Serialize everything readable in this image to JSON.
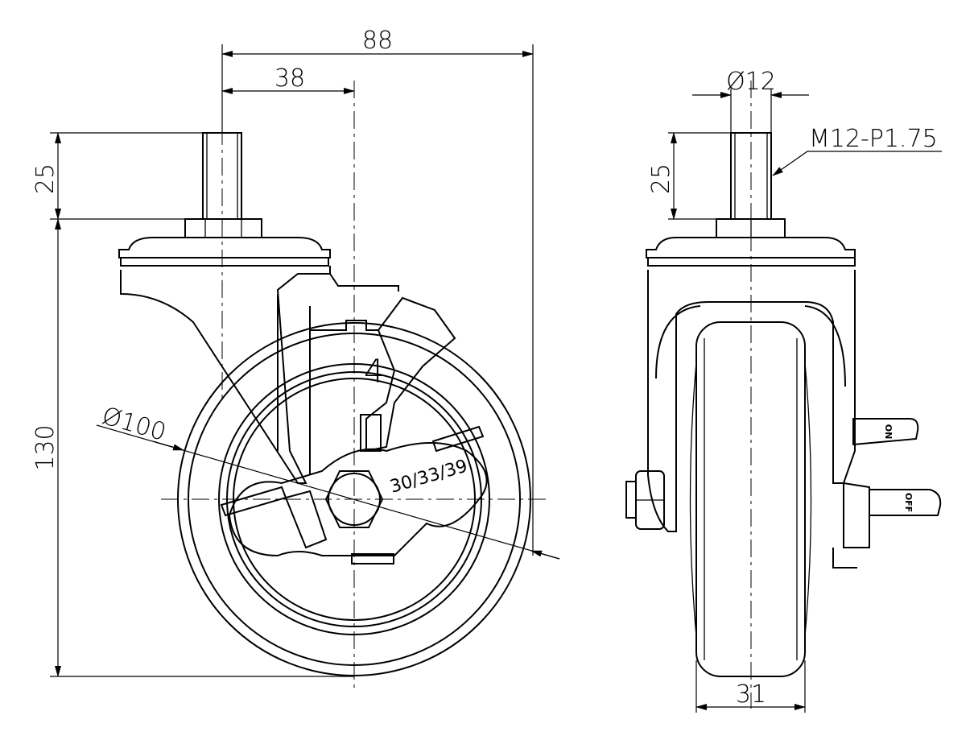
{
  "side_view": {
    "dim_total_width": "88",
    "dim_stem_offset": "38",
    "dim_stem_length": "25",
    "dim_total_height": "130",
    "dim_wheel_diameter": "Ø100",
    "label_part": "4",
    "label_bore": "30/33/39"
  },
  "front_view": {
    "dim_stem_diameter": "Ø12",
    "thread_spec": "M12-P1.75",
    "dim_stem_length": "25",
    "dim_wheel_width": "31",
    "brake_label_on": "ON",
    "brake_label_off": "OFF"
  }
}
